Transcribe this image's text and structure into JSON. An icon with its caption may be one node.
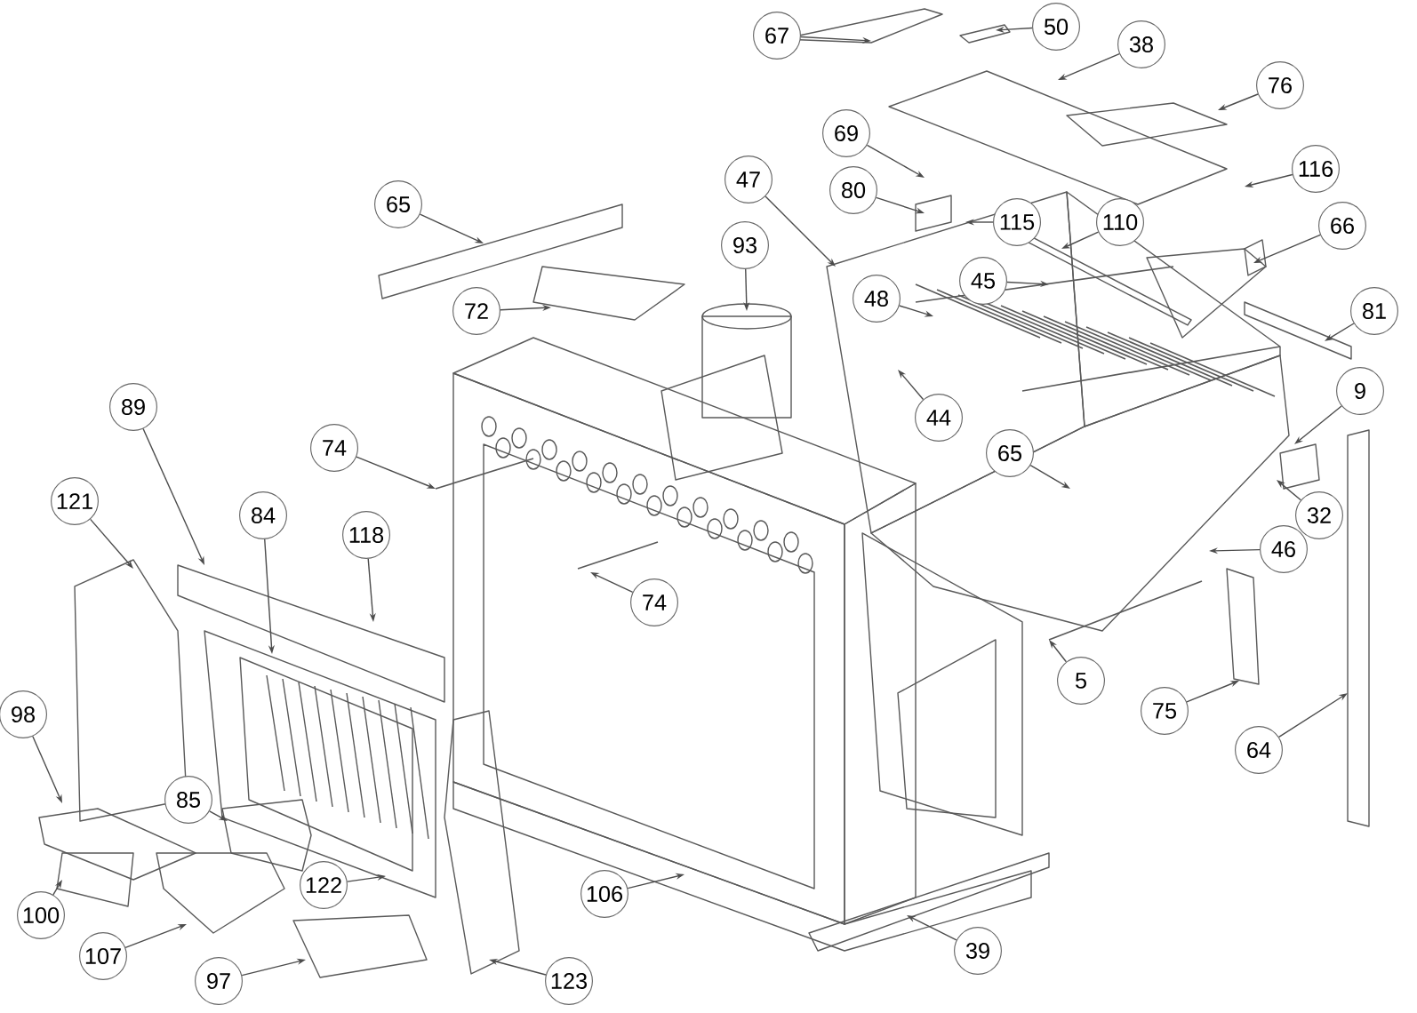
{
  "diagram": {
    "nodes": [
      {
        "text": [
          "67"
        ]
      },
      {
        "text": [
          "50"
        ]
      },
      {
        "text": [
          "38"
        ]
      },
      {
        "text": [
          "76"
        ]
      },
      {
        "text": [
          "65"
        ]
      },
      {
        "text": [
          "69"
        ]
      },
      {
        "text": [
          "47"
        ]
      },
      {
        "text": [
          "80"
        ]
      },
      {
        "text": [
          "116"
        ]
      },
      {
        "text": [
          "115"
        ]
      },
      {
        "text": [
          "110"
        ]
      },
      {
        "text": [
          "66"
        ]
      },
      {
        "text": [
          "93"
        ]
      },
      {
        "text": [
          "45"
        ]
      },
      {
        "text": [
          "48"
        ]
      },
      {
        "text": [
          "72"
        ]
      },
      {
        "text": [
          "81"
        ]
      },
      {
        "text": [
          "89"
        ]
      },
      {
        "text": [
          "74"
        ]
      },
      {
        "text": [
          "44"
        ]
      },
      {
        "text": [
          "9"
        ]
      },
      {
        "text": [
          "65"
        ]
      },
      {
        "text": [
          "32"
        ]
      },
      {
        "text": [
          "121"
        ]
      },
      {
        "text": [
          "84"
        ]
      },
      {
        "text": [
          "118"
        ]
      },
      {
        "text": [
          "46"
        ]
      },
      {
        "text": [
          "74"
        ]
      },
      {
        "text": [
          "98"
        ]
      },
      {
        "text": [
          "5"
        ]
      },
      {
        "text": [
          "75"
        ]
      },
      {
        "text": [
          "85"
        ]
      },
      {
        "text": [
          "64"
        ]
      },
      {
        "text": [
          "100"
        ]
      },
      {
        "text": [
          "122"
        ]
      },
      {
        "text": [
          "106"
        ]
      },
      {
        "text": [
          "107"
        ]
      },
      {
        "text": [
          "97"
        ]
      },
      {
        "text": [
          "39"
        ]
      },
      {
        "text": [
          "123"
        ]
      }
    ],
    "edges": [
      {
        "from": 0,
        "to": null,
        "arrow": "to"
      },
      {
        "from": 1,
        "to": null,
        "arrow": "to"
      },
      {
        "from": 2,
        "to": null,
        "arrow": "to"
      },
      {
        "from": 3,
        "to": null,
        "arrow": "to"
      },
      {
        "from": 4,
        "to": null,
        "arrow": "to"
      },
      {
        "from": 5,
        "to": null,
        "arrow": "to"
      },
      {
        "from": 6,
        "to": null,
        "arrow": "to"
      },
      {
        "from": 7,
        "to": null,
        "arrow": "to"
      },
      {
        "from": 8,
        "to": null,
        "arrow": "to"
      },
      {
        "from": 9,
        "to": null,
        "arrow": "to"
      },
      {
        "from": 10,
        "to": null,
        "arrow": "to"
      },
      {
        "from": 11,
        "to": null,
        "arrow": "to"
      },
      {
        "from": 12,
        "to": null,
        "arrow": "to"
      },
      {
        "from": 13,
        "to": null,
        "arrow": "to"
      },
      {
        "from": 14,
        "to": null,
        "arrow": "to"
      },
      {
        "from": 15,
        "to": null,
        "arrow": "to"
      },
      {
        "from": 16,
        "to": null,
        "arrow": "to"
      },
      {
        "from": 17,
        "to": null,
        "arrow": "to"
      },
      {
        "from": 18,
        "to": null,
        "arrow": "to"
      },
      {
        "from": 19,
        "to": null,
        "arrow": "to"
      },
      {
        "from": 20,
        "to": null,
        "arrow": "to"
      },
      {
        "from": 21,
        "to": null,
        "arrow": "to"
      },
      {
        "from": 22,
        "to": null,
        "arrow": "to"
      },
      {
        "from": 23,
        "to": null,
        "arrow": "to"
      },
      {
        "from": 24,
        "to": null,
        "arrow": "to"
      },
      {
        "from": 25,
        "to": null,
        "arrow": "to"
      },
      {
        "from": 26,
        "to": null,
        "arrow": "to"
      },
      {
        "from": 27,
        "to": null,
        "arrow": "to"
      },
      {
        "from": 28,
        "to": null,
        "arrow": "to"
      },
      {
        "from": 29,
        "to": null,
        "arrow": "to"
      },
      {
        "from": 30,
        "to": null,
        "arrow": "to"
      },
      {
        "from": 31,
        "to": null,
        "arrow": "to"
      },
      {
        "from": 32,
        "to": null,
        "arrow": "to"
      },
      {
        "from": 33,
        "to": null,
        "arrow": "to"
      },
      {
        "from": 34,
        "to": null,
        "arrow": "to"
      },
      {
        "from": 35,
        "to": null,
        "arrow": "to"
      },
      {
        "from": 36,
        "to": null,
        "arrow": "to"
      },
      {
        "from": 37,
        "to": null,
        "arrow": "to"
      },
      {
        "from": 38,
        "to": null,
        "arrow": "to"
      },
      {
        "from": 39,
        "to": null,
        "arrow": "to"
      }
    ]
  }
}
